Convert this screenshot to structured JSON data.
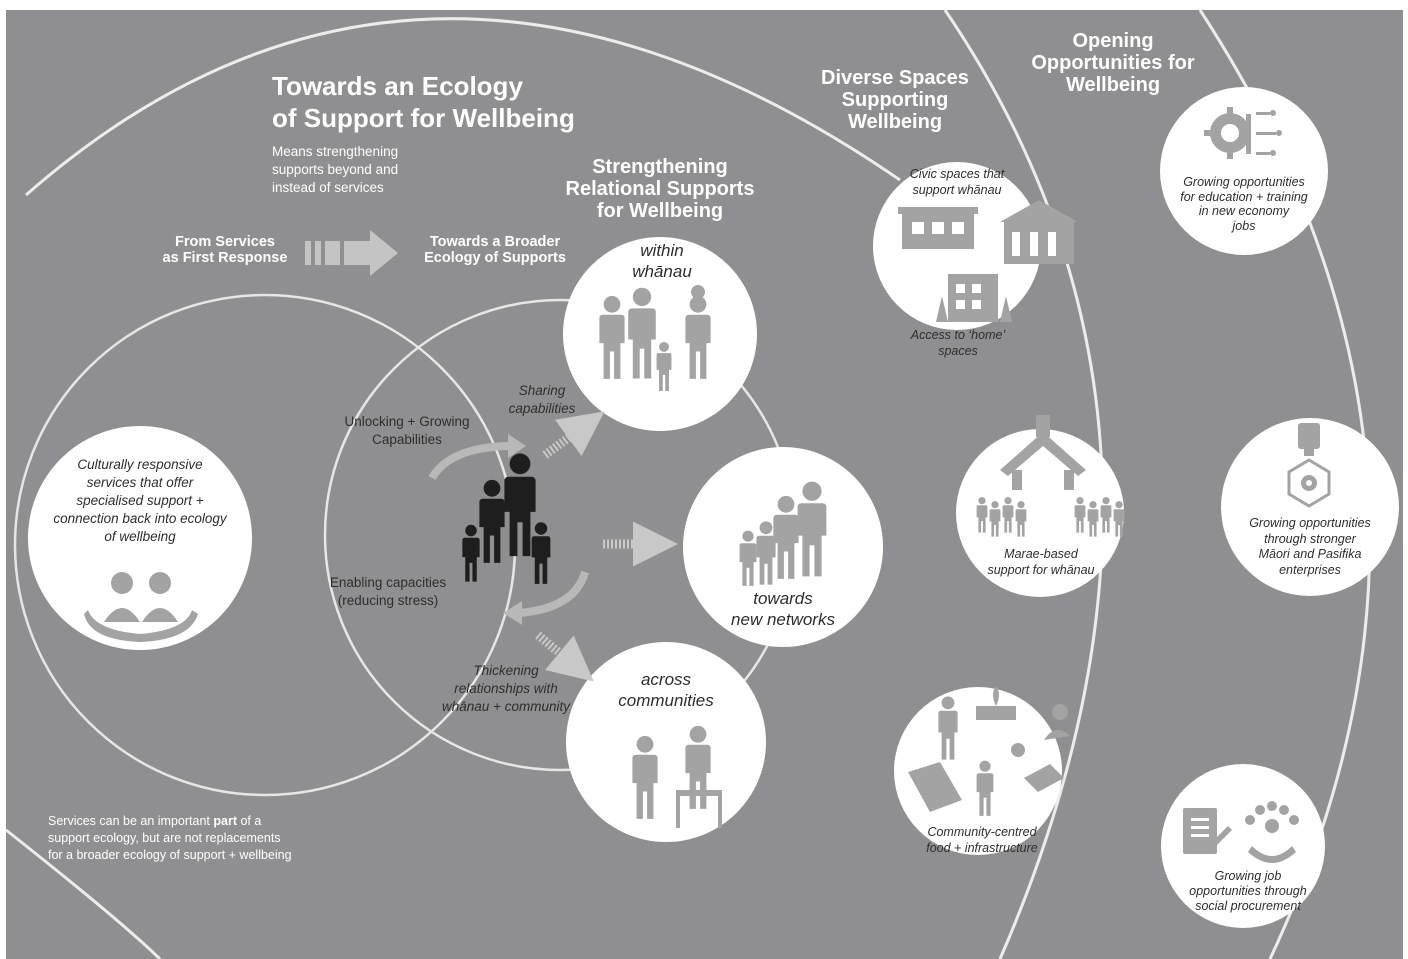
{
  "diagram": {
    "title_lines": [
      "Towards an Ecology",
      "of Support for Wellbeing"
    ],
    "subtitle_lines": [
      "Means strengthening",
      "supports beyond and",
      "instead of services"
    ],
    "from_services_lines": [
      "From Services",
      "as First Response"
    ],
    "towards_broader_lines": [
      "Towards a Broader",
      "Ecology of Supports"
    ],
    "relational_title_lines": [
      "Strengthening",
      "Relational Supports",
      "for Wellbeing"
    ],
    "diverse_title_lines": [
      "Diverse Spaces",
      "Supporting",
      "Wellbeing"
    ],
    "opening_title_lines": [
      "Opening",
      "Opportunities for",
      "Wellbeing"
    ],
    "services_text_lines": [
      "Culturally responsive",
      "services that offer",
      "specialised support +",
      "connection back into ecology",
      "of wellbeing"
    ],
    "unlocking_lines": [
      "Unlocking + Growing",
      "Capabilities"
    ],
    "enabling_lines": [
      "Enabling capacities",
      "(reducing stress)"
    ],
    "sharing_lines": [
      "Sharing",
      "capabilities"
    ],
    "thickening_lines": [
      "Thickening",
      "relationships with",
      "whānau + community"
    ],
    "within_lines": [
      "within",
      "whānau"
    ],
    "networks_lines": [
      "towards",
      "new networks"
    ],
    "across_lines": [
      "across",
      "communities"
    ],
    "civic_lines": [
      "Civic spaces that",
      "support whānau"
    ],
    "home_lines": [
      "Access to ‘home’",
      "spaces"
    ],
    "marae_lines": [
      "Marae-based",
      "support for whānau"
    ],
    "community_lines": [
      "Community-centred",
      "food + infrastructure"
    ],
    "education_lines": [
      "Growing opportunities",
      "for education + training",
      "in new economy",
      "jobs"
    ],
    "maori_lines": [
      "Growing opportunities",
      "through stronger",
      "Māori and Pasifika",
      "enterprises"
    ],
    "procurement_lines": [
      "Growing job",
      "opportunities through",
      "social procurement"
    ],
    "footnote_lines": [
      [
        {
          "t": "Services can be an important "
        },
        {
          "t": "part",
          "b": true
        },
        {
          "t": " of a"
        }
      ],
      [
        {
          "t": "support ecology, but are not replacements"
        }
      ],
      [
        {
          "t": "for a broader ecology of support + wellbeing"
        }
      ]
    ]
  },
  "colors": {
    "background": "#8f8f91",
    "circle_fill": "#ffffff",
    "icon": "#a3a3a3",
    "icon_dark": "#1e1e1e",
    "ring_line": "#ececec",
    "text_light": "#ffffff",
    "text_dark": "#2e2e2e"
  }
}
